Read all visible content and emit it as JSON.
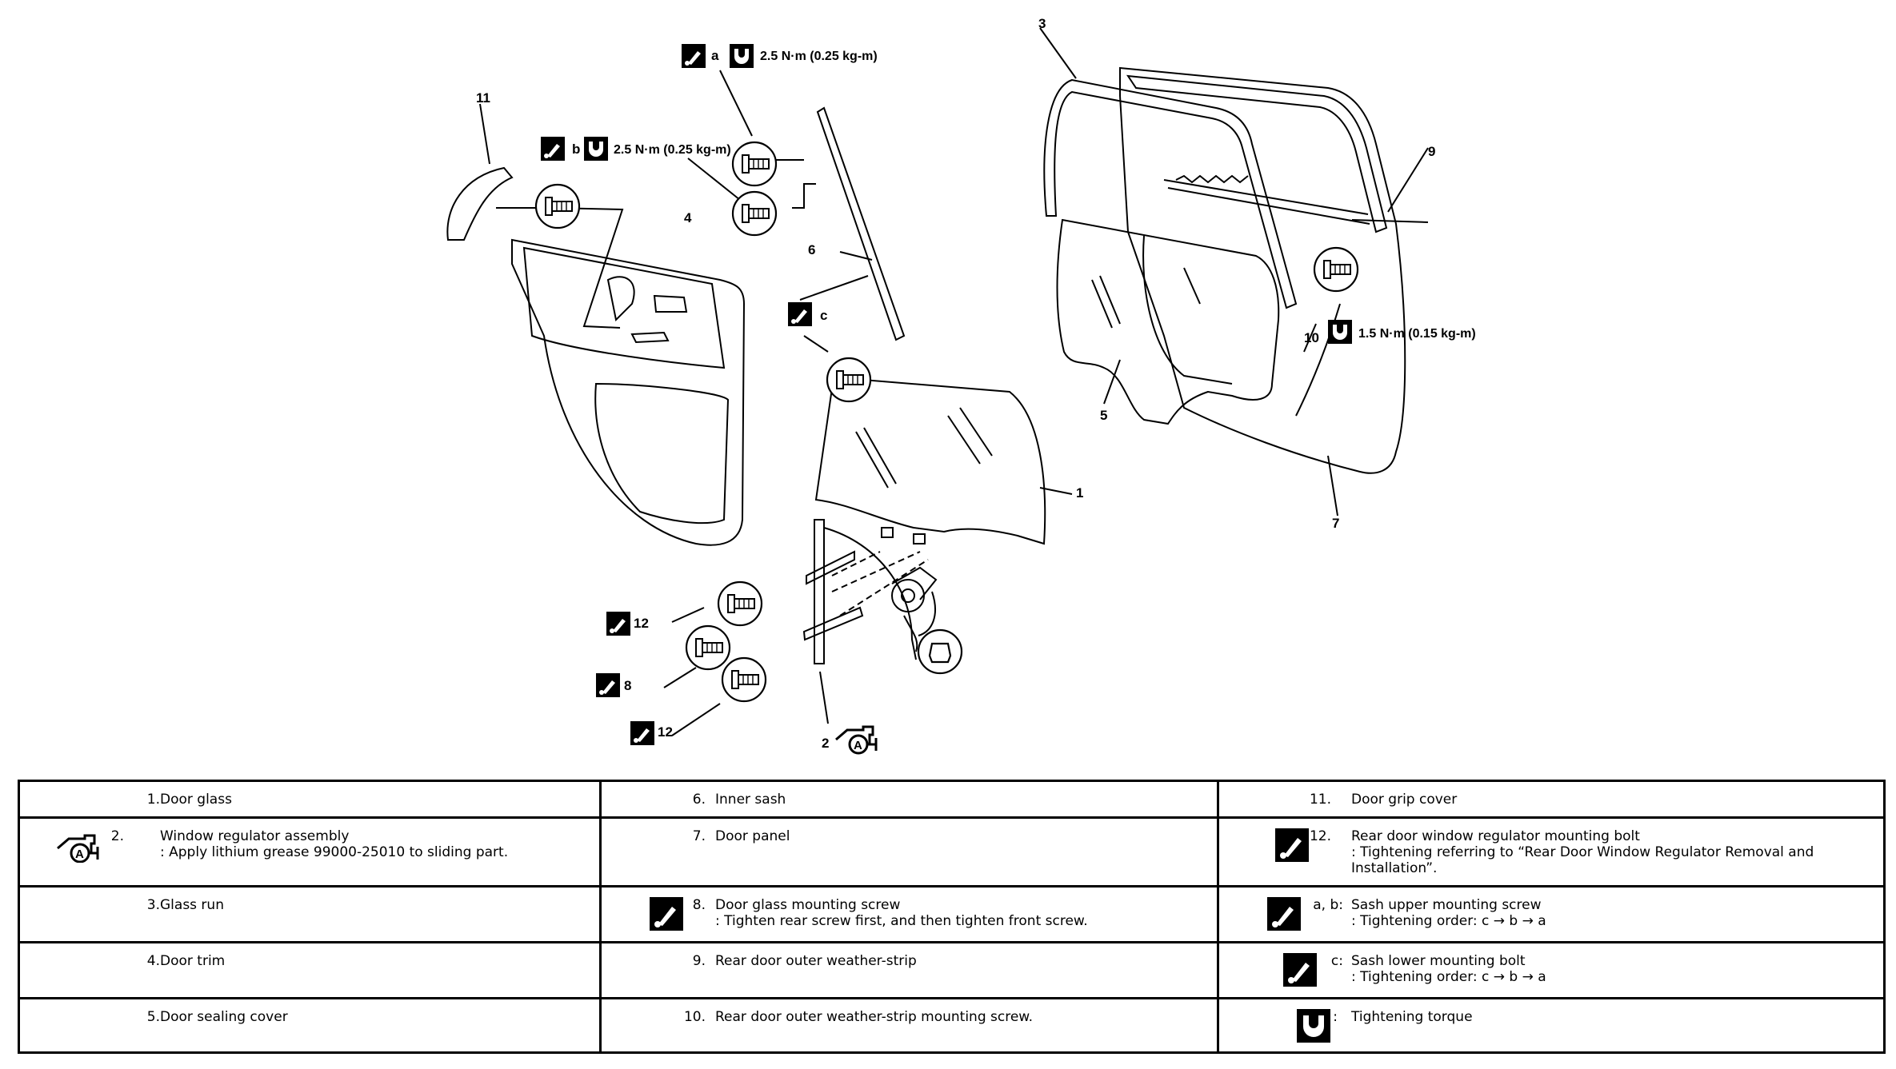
{
  "callouts": {
    "n1": "1",
    "n2": "2",
    "n3": "3",
    "n4": "4",
    "n5": "5",
    "n6": "6",
    "n7": "7",
    "n8": "8",
    "n9": "9",
    "n10": "10",
    "n11": "11",
    "n12a": "12",
    "n12b": "12",
    "a": "a",
    "b": "b",
    "c": "c"
  },
  "torque": {
    "a": "2.5 N·m (0.25 kg-m)",
    "b": "2.5 N·m (0.25 kg-m)",
    "ten": "1.5 N·m (0.15 kg-m)"
  },
  "icons": {
    "tightening": "wrench-tighten-icon",
    "torque": "torque-socket-icon",
    "grease": "grease-gun-A-icon"
  },
  "legend": {
    "rows": [
      [
        {
          "num": "1.",
          "title": "Door glass",
          "note": ""
        },
        {
          "num": "6.",
          "title": "Inner sash",
          "note": ""
        },
        {
          "num": "11.",
          "title": "Door grip cover",
          "note": ""
        }
      ],
      [
        {
          "num": "2.",
          "title": "Window regulator assembly",
          "note": ": Apply lithium grease 99000-25010 to sliding part."
        },
        {
          "num": "7.",
          "title": "Door panel",
          "note": ""
        },
        {
          "num": "12.",
          "title": "Rear door window regulator mounting bolt",
          "note": ": Tightening referring to “Rear Door Window Regulator Removal and",
          "note2": "Installation”."
        }
      ],
      [
        {
          "num": "3.",
          "title": "Glass run",
          "note": ""
        },
        {
          "num": "8.",
          "title": "Door glass mounting screw",
          "note": ": Tighten rear screw first, and then tighten front screw."
        },
        {
          "num": "a, b:",
          "title": "Sash upper mounting screw",
          "note": ": Tightening order: c → b → a"
        }
      ],
      [
        {
          "num": "4.",
          "title": "Door trim",
          "note": ""
        },
        {
          "num": "9.",
          "title": "Rear door outer weather-strip",
          "note": ""
        },
        {
          "num": "c:",
          "title": "Sash lower mounting bolt",
          "note": ": Tightening order: c → b → a"
        }
      ],
      [
        {
          "num": "5.",
          "title": "Door sealing cover",
          "note": ""
        },
        {
          "num": "10.",
          "title": "Rear door outer weather-strip mounting screw.",
          "note": ""
        },
        {
          "num": ":",
          "title": "Tightening torque",
          "note": ""
        }
      ]
    ]
  }
}
